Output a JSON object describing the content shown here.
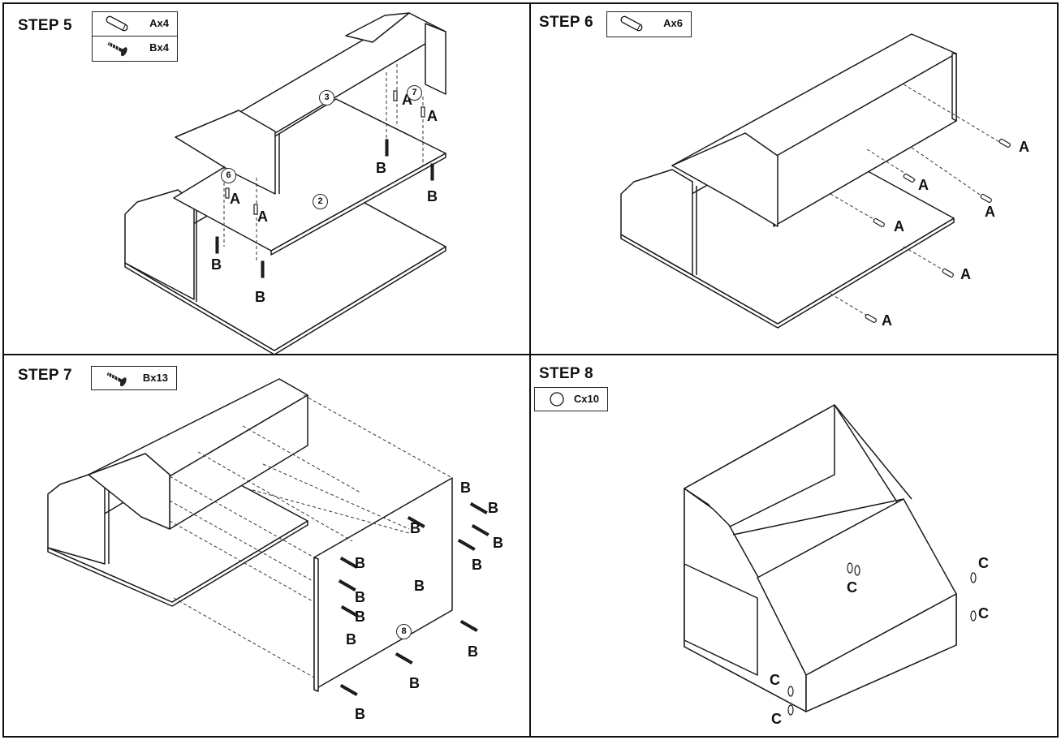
{
  "steps": [
    {
      "title": "STEP 5",
      "parts": [
        {
          "icon": "dowel-icon",
          "qty": "Ax4"
        },
        {
          "icon": "screw-icon",
          "qty": "Bx4"
        }
      ],
      "labels": {
        "a": "A",
        "b": "B"
      },
      "part_numbers": [
        "3",
        "7",
        "6",
        "2"
      ]
    },
    {
      "title": "STEP 6",
      "parts": [
        {
          "icon": "dowel-icon",
          "qty": "Ax6"
        }
      ],
      "labels": {
        "a": "A"
      }
    },
    {
      "title": "STEP 7",
      "parts": [
        {
          "icon": "screw-icon",
          "qty": "Bx13"
        }
      ],
      "labels": {
        "b": "B"
      },
      "part_numbers": [
        "8"
      ]
    },
    {
      "title": "STEP 8",
      "parts": [
        {
          "icon": "cap-icon",
          "qty": "Cx10"
        }
      ],
      "labels": {
        "c": "C"
      }
    }
  ]
}
